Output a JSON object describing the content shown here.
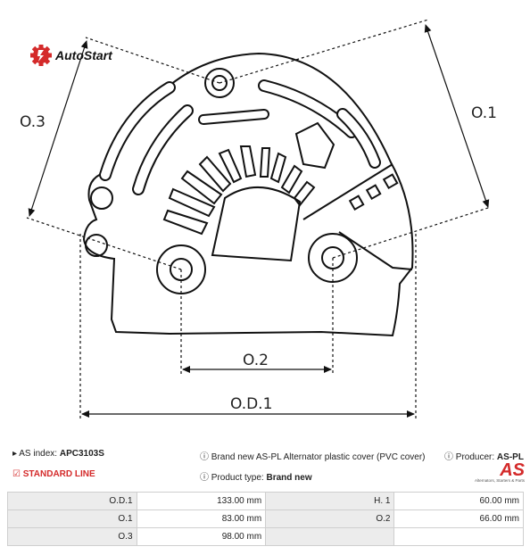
{
  "brand": {
    "name": "AutoStart",
    "accent_color": "#d42a2a"
  },
  "dimensions": {
    "od1": "O.D.1",
    "o1": "O.1",
    "o2": "O.2",
    "o3": "O.3"
  },
  "info": {
    "as_index_label": "AS index:",
    "as_index_value": "APC3103S",
    "standard_line": "STANDARD LINE",
    "description": "Brand new AS-PL Alternator plastic cover (PVC cover)",
    "product_type_label": "Product type:",
    "product_type_value": "Brand new",
    "producer_label": "Producer:",
    "producer_value": "AS-PL",
    "as_logo": "AS",
    "as_logo_tagline": "Alternators, Starters & Parts"
  },
  "specs": [
    {
      "label": "O.D.1",
      "value": "133.00 mm",
      "label2": "H. 1",
      "value2": "60.00 mm"
    },
    {
      "label": "O.1",
      "value": "83.00 mm",
      "label2": "O.2",
      "value2": "66.00 mm"
    },
    {
      "label": "O.3",
      "value": "98.00 mm",
      "label2": "",
      "value2": ""
    }
  ]
}
